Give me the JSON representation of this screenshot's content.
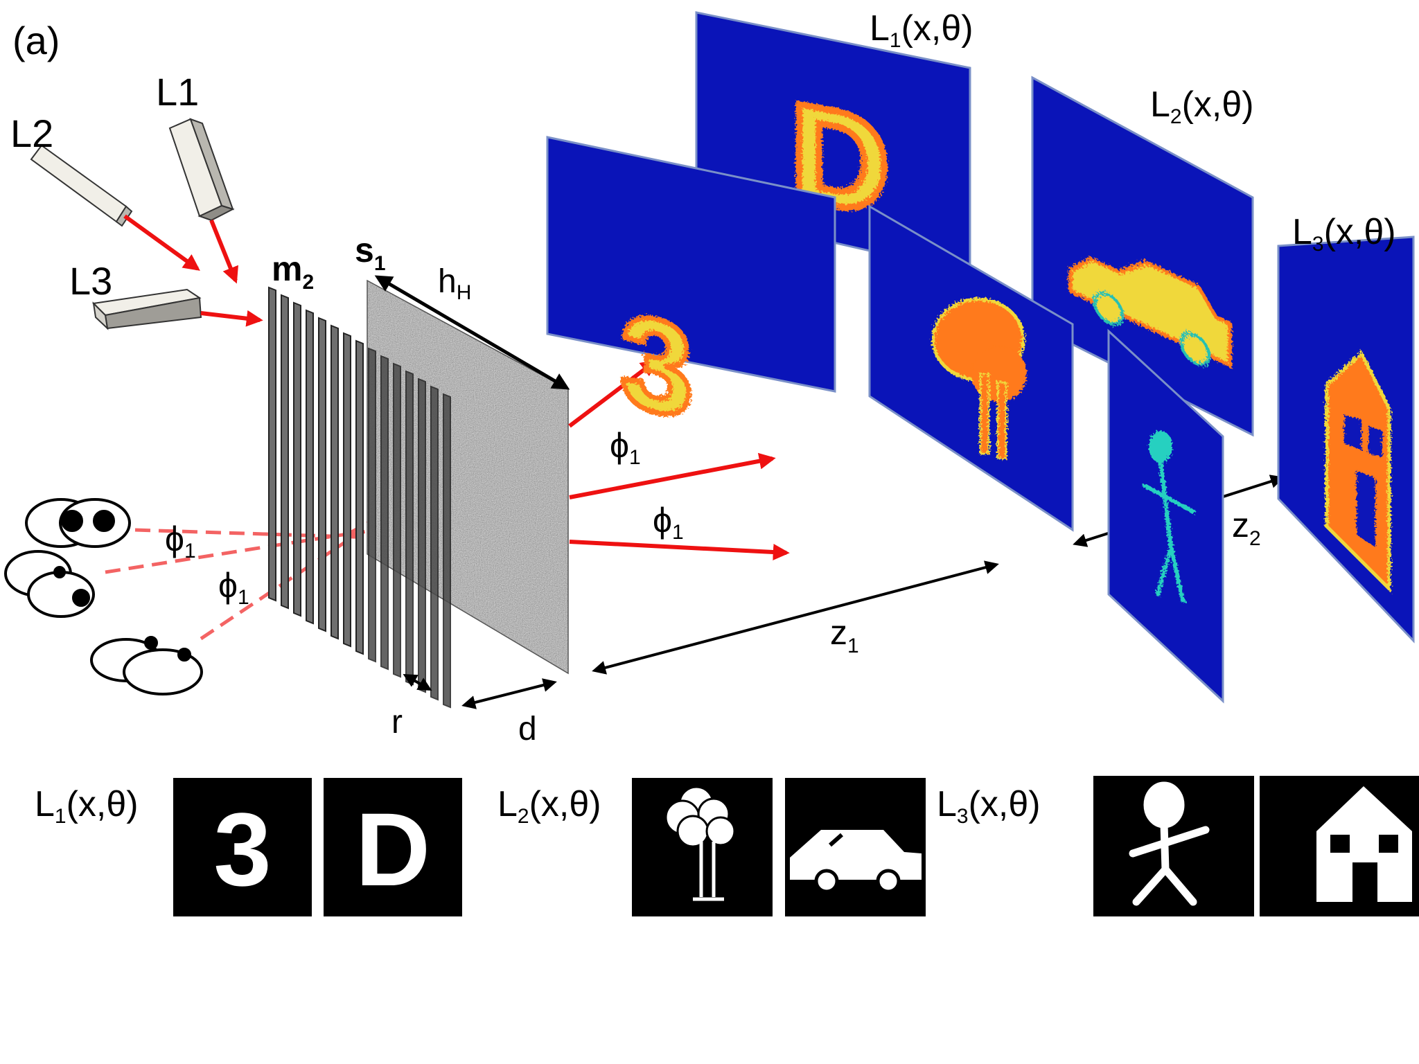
{
  "panel_label": "(a)",
  "lasers": [
    {
      "id": "L1",
      "label": "L1"
    },
    {
      "id": "L2",
      "label": "L2"
    },
    {
      "id": "L3",
      "label": "L3"
    }
  ],
  "labels": {
    "mask": {
      "base": "m",
      "sub": "2"
    },
    "screen": {
      "base": "s",
      "sub": "1"
    },
    "hologram_height": {
      "base": "h",
      "sub": "H"
    },
    "spacing_r": "r",
    "spacing_d": "d",
    "distance_z1": {
      "base": "z",
      "sub": "1"
    },
    "distance_z2": {
      "base": "z",
      "sub": "2"
    },
    "phi": {
      "base": "ϕ",
      "sub": "1"
    }
  },
  "light_fields": [
    {
      "id": "L1",
      "base": "L",
      "sub": "1",
      "suffix": "(x,θ)"
    },
    {
      "id": "L2",
      "base": "L",
      "sub": "2",
      "suffix": "(x,θ)"
    },
    {
      "id": "L3",
      "base": "L",
      "sub": "3",
      "suffix": "(x,θ)"
    }
  ],
  "reconstructions": [
    "3",
    "D",
    "tree",
    "car",
    "stick-figure",
    "house"
  ],
  "targets": [
    {
      "group": "L1",
      "glyph": "3"
    },
    {
      "group": "L1",
      "glyph": "D"
    },
    {
      "group": "L2",
      "icon": "tree-icon"
    },
    {
      "group": "L2",
      "icon": "car-icon"
    },
    {
      "group": "L3",
      "icon": "stick-figure-icon"
    },
    {
      "group": "L3",
      "icon": "house-icon"
    }
  ],
  "colors": {
    "beam": "#ee1111",
    "screen_bg": "#0a14b8",
    "speckle_hot": "#ff7a1a",
    "speckle_warm": "#f2e23a"
  }
}
